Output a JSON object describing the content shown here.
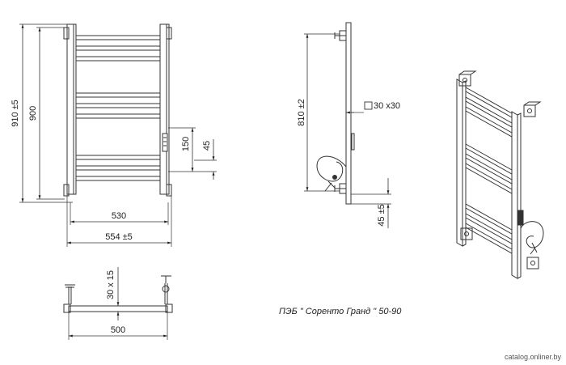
{
  "front_view": {
    "dim_height_total": "910 ±5",
    "dim_height_axis": "900",
    "dim_width_axis": "530",
    "dim_width_total": "554 ±5",
    "dim_connector_spacing": "150",
    "dim_bottom_offset": "45"
  },
  "side_view": {
    "dim_height": "810 ±2",
    "dim_tube_section": "30 x30",
    "dim_bottom_offset": "45 ±5"
  },
  "top_view": {
    "dim_profile": "30 x 15",
    "dim_width": "500"
  },
  "caption": "ПЭБ \" Соренто Гранд \" 50-90",
  "watermark": "catalog.onliner.by"
}
